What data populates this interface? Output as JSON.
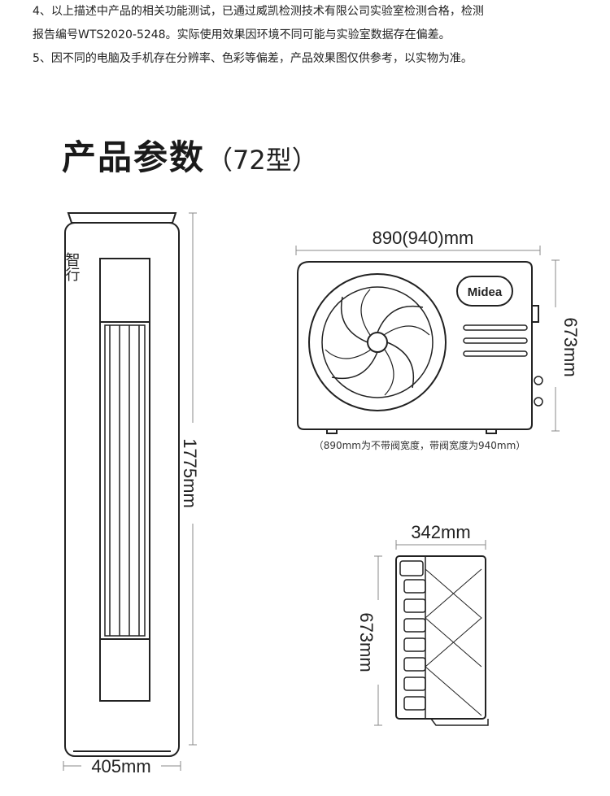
{
  "notes": [
    "4、以上描述中产品的相关功能测试，已通过威凯检测技术有限公司实验室检测合格，检测",
    "报告编号WTS2020-5248。实际使用效果因环境不同可能与实验室数据存在偏差。",
    "5、因不同的电脑及手机存在分辨率、色彩等偏差，产品效果图仅供参考，以实物为准。"
  ],
  "title": {
    "main": "产品参数",
    "sub": "（72型）"
  },
  "indoor_unit": {
    "logo_text": "智行",
    "height_label": "1775mm",
    "width_label": "405mm"
  },
  "outdoor_front": {
    "width_label": "890(940)mm",
    "height_label": "673mm",
    "brand": "Midea",
    "note": "（890mm为不带阀宽度，带阀宽度为940mm）"
  },
  "outdoor_side": {
    "depth_label": "342mm",
    "height_label": "673mm"
  },
  "colors": {
    "line": "#222222",
    "dim_line": "#888888"
  }
}
